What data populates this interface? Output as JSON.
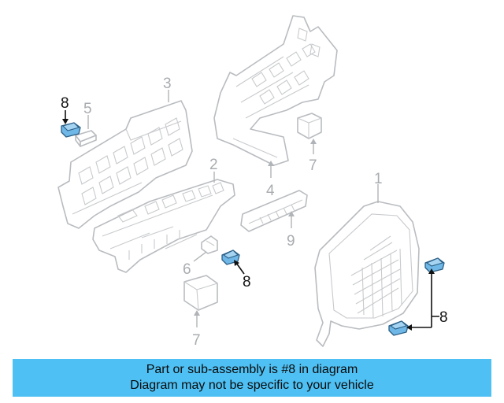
{
  "callouts": {
    "c1": "1",
    "c2": "2",
    "c3": "3",
    "c4": "4",
    "c5": "5",
    "c6": "6",
    "c7a": "7",
    "c7b": "7",
    "c8a": "8",
    "c8b": "8",
    "c8c": "8",
    "c9": "9"
  },
  "banner": {
    "line1": "Part or sub-assembly is #8 in diagram",
    "line2": "Diagram may not be specific to your vehicle"
  },
  "colors": {
    "highlight": "#6fb7e6",
    "banner": "#4fc0f3",
    "outline": "#b9bcc0"
  }
}
